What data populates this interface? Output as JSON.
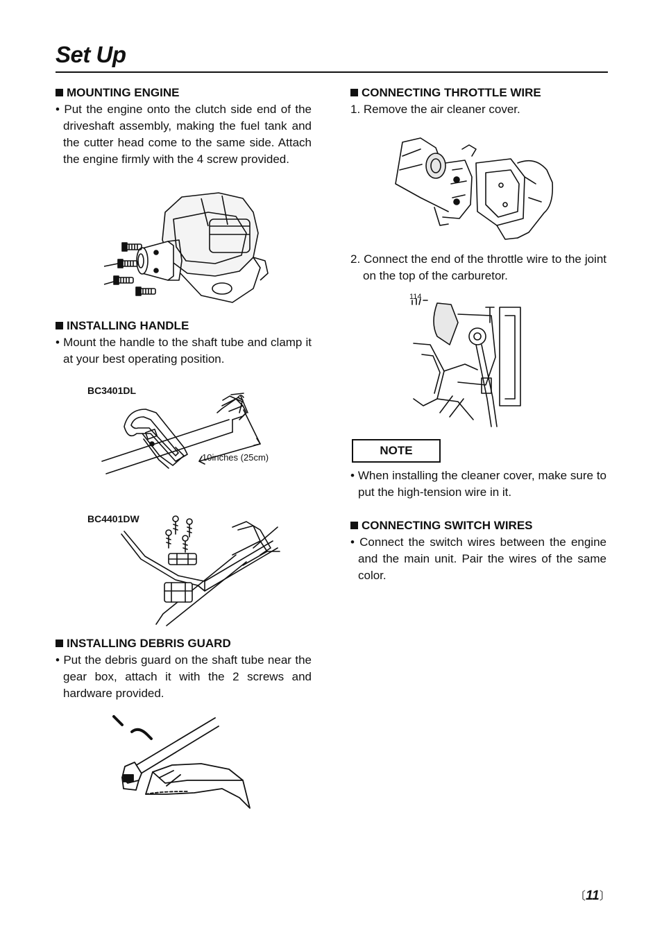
{
  "page": {
    "title": "Set Up",
    "page_number": "11",
    "bracket_open": "〔",
    "bracket_close": "〕"
  },
  "mounting_engine": {
    "heading": "MOUNTING ENGINE",
    "text": "• Put the engine onto the clutch side end of the driveshaft assembly, making the fuel tank and the cutter head come to the same side. Attach the engine firmly with the 4 screw provided."
  },
  "installing_handle": {
    "heading": "INSTALLING HANDLE",
    "text": "• Mount the handle to the shaft tube and clamp it at your best operating position.",
    "model_1": "BC3401DL",
    "dimension": "10inches (25cm)",
    "model_2": "BC4401DW"
  },
  "installing_debris_guard": {
    "heading": "INSTALLING DEBRIS GUARD",
    "text": "• Put the debris guard on the shaft tube near the gear box, attach it with the 2 screws and hardware provided."
  },
  "connecting_throttle_wire": {
    "heading": "CONNECTING THROTTLE WIRE",
    "step_1": "1. Remove the air cleaner cover.",
    "step_2": "2. Connect the end of the throttle wire to the joint on the top of the carburetor.",
    "figure_mark": "114"
  },
  "note": {
    "label": "NOTE",
    "text": "• When installing the cleaner cover, make sure to put the high-tension wire in it."
  },
  "connecting_switch_wires": {
    "heading": "CONNECTING SWITCH WIRES",
    "text": "• Connect the switch wires between the engine and the main unit. Pair the wires of the same color."
  }
}
